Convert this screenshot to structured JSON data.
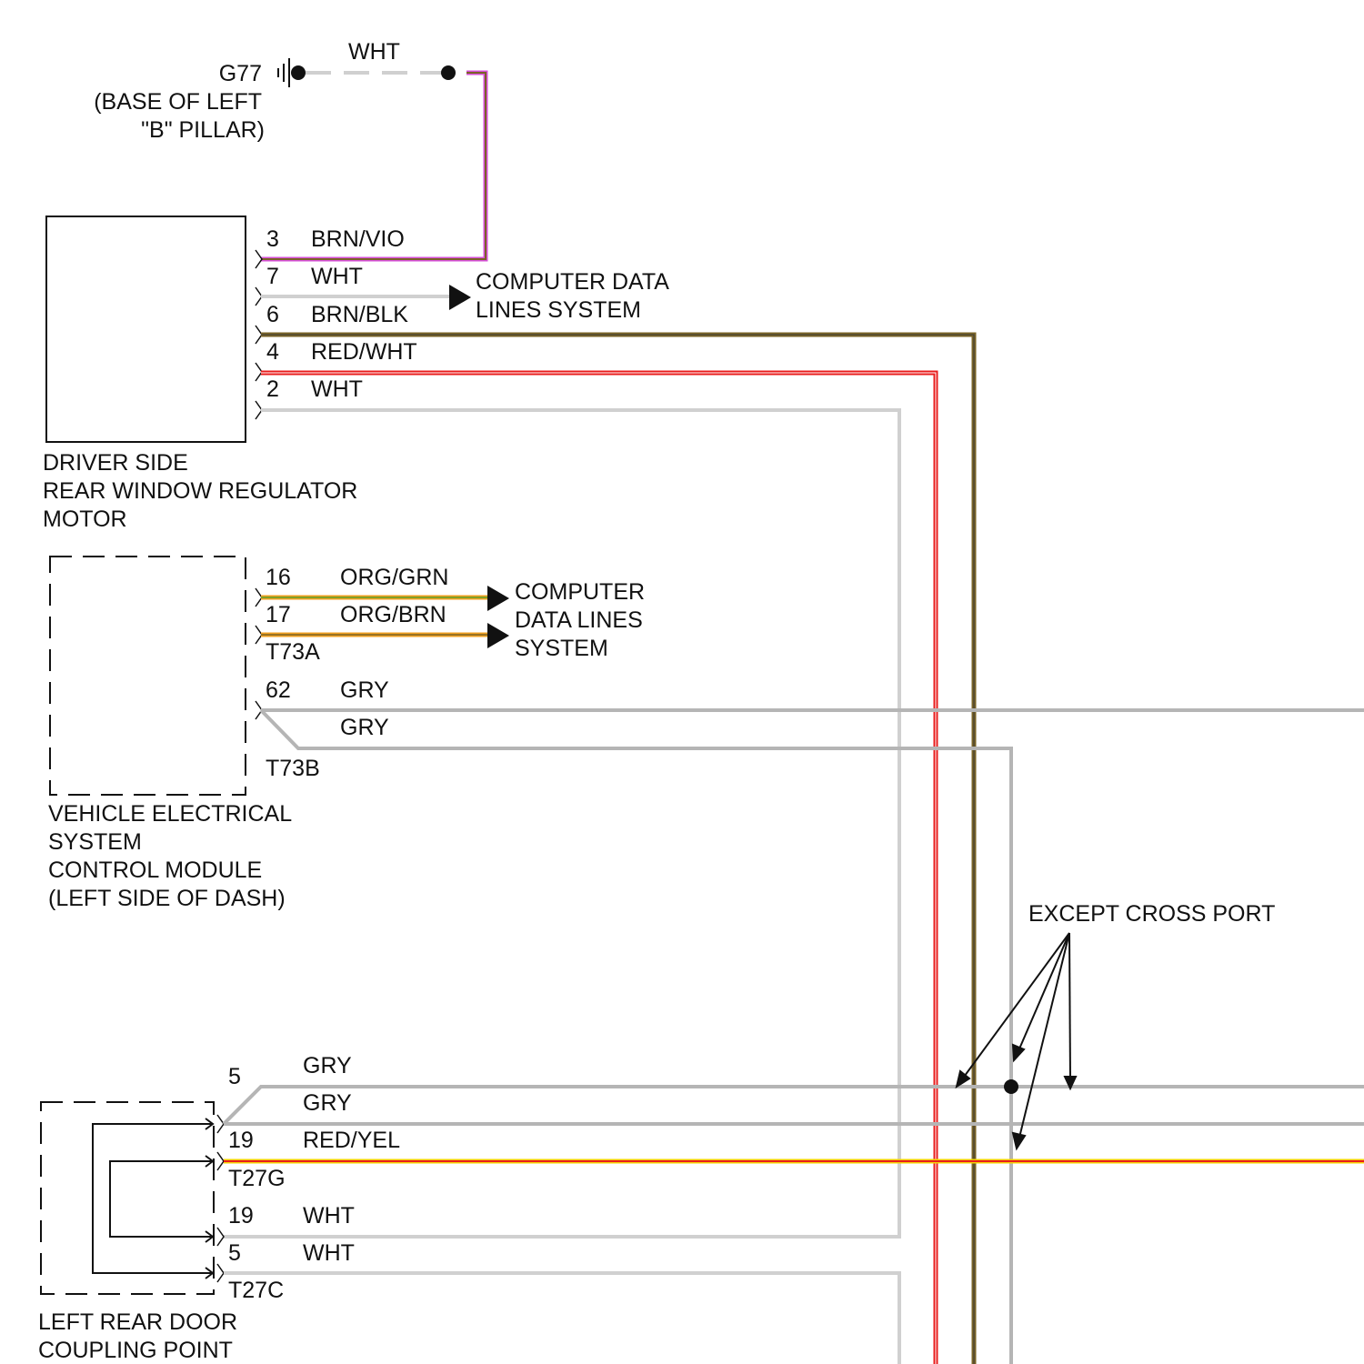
{
  "ground": {
    "id": "G77",
    "location_line1": "(BASE OF LEFT",
    "location_line2": "\"B\" PILLAR)",
    "wire_color": "WHT"
  },
  "motor": {
    "title_line1": "DRIVER SIDE",
    "title_line2": "REAR WINDOW REGULATOR",
    "title_line3": "MOTOR",
    "pins": [
      {
        "pin": "3",
        "color": "BRN/VIO"
      },
      {
        "pin": "7",
        "color": "WHT"
      },
      {
        "pin": "6",
        "color": "BRN/BLK"
      },
      {
        "pin": "4",
        "color": "RED/WHT"
      },
      {
        "pin": "2",
        "color": "WHT"
      }
    ],
    "data_lines_line1": "COMPUTER DATA",
    "data_lines_line2": "LINES SYSTEM"
  },
  "module": {
    "title_line1": "VEHICLE ELECTRICAL",
    "title_line2": "SYSTEM",
    "title_line3": "CONTROL MODULE",
    "title_line4": "(LEFT SIDE OF DASH)",
    "pins_a": [
      {
        "pin": "16",
        "color": "ORG/GRN"
      },
      {
        "pin": "17",
        "color": "ORG/BRN"
      }
    ],
    "connector_a": "T73A",
    "pins_b": [
      {
        "pin": "62",
        "color": "GRY"
      },
      {
        "pin": "",
        "color": "GRY"
      }
    ],
    "connector_b": "T73B",
    "data_lines_line1": "COMPUTER",
    "data_lines_line2": "DATA LINES",
    "data_lines_line3": "SYSTEM"
  },
  "coupling": {
    "title_line1": "LEFT REAR DOOR",
    "title_line2": "COUPLING POINT",
    "pins_g": [
      {
        "pin": "5",
        "color": "GRY"
      },
      {
        "pin": "",
        "color": "GRY"
      },
      {
        "pin": "19",
        "color": "RED/YEL"
      }
    ],
    "connector_g": "T27G",
    "pins_c": [
      {
        "pin": "19",
        "color": "WHT"
      },
      {
        "pin": "5",
        "color": "WHT"
      }
    ],
    "connector_c": "T27C"
  },
  "note": "EXCEPT CROSS PORT",
  "colors": {
    "wht": "#d0d0d0",
    "gry": "#b5b5b5",
    "red": "#e81d1d",
    "brn": "#7a6326",
    "vio": "#d64fd6",
    "org": "#f0a020",
    "grn": "#5aa02c",
    "yel": "#f5d000"
  }
}
